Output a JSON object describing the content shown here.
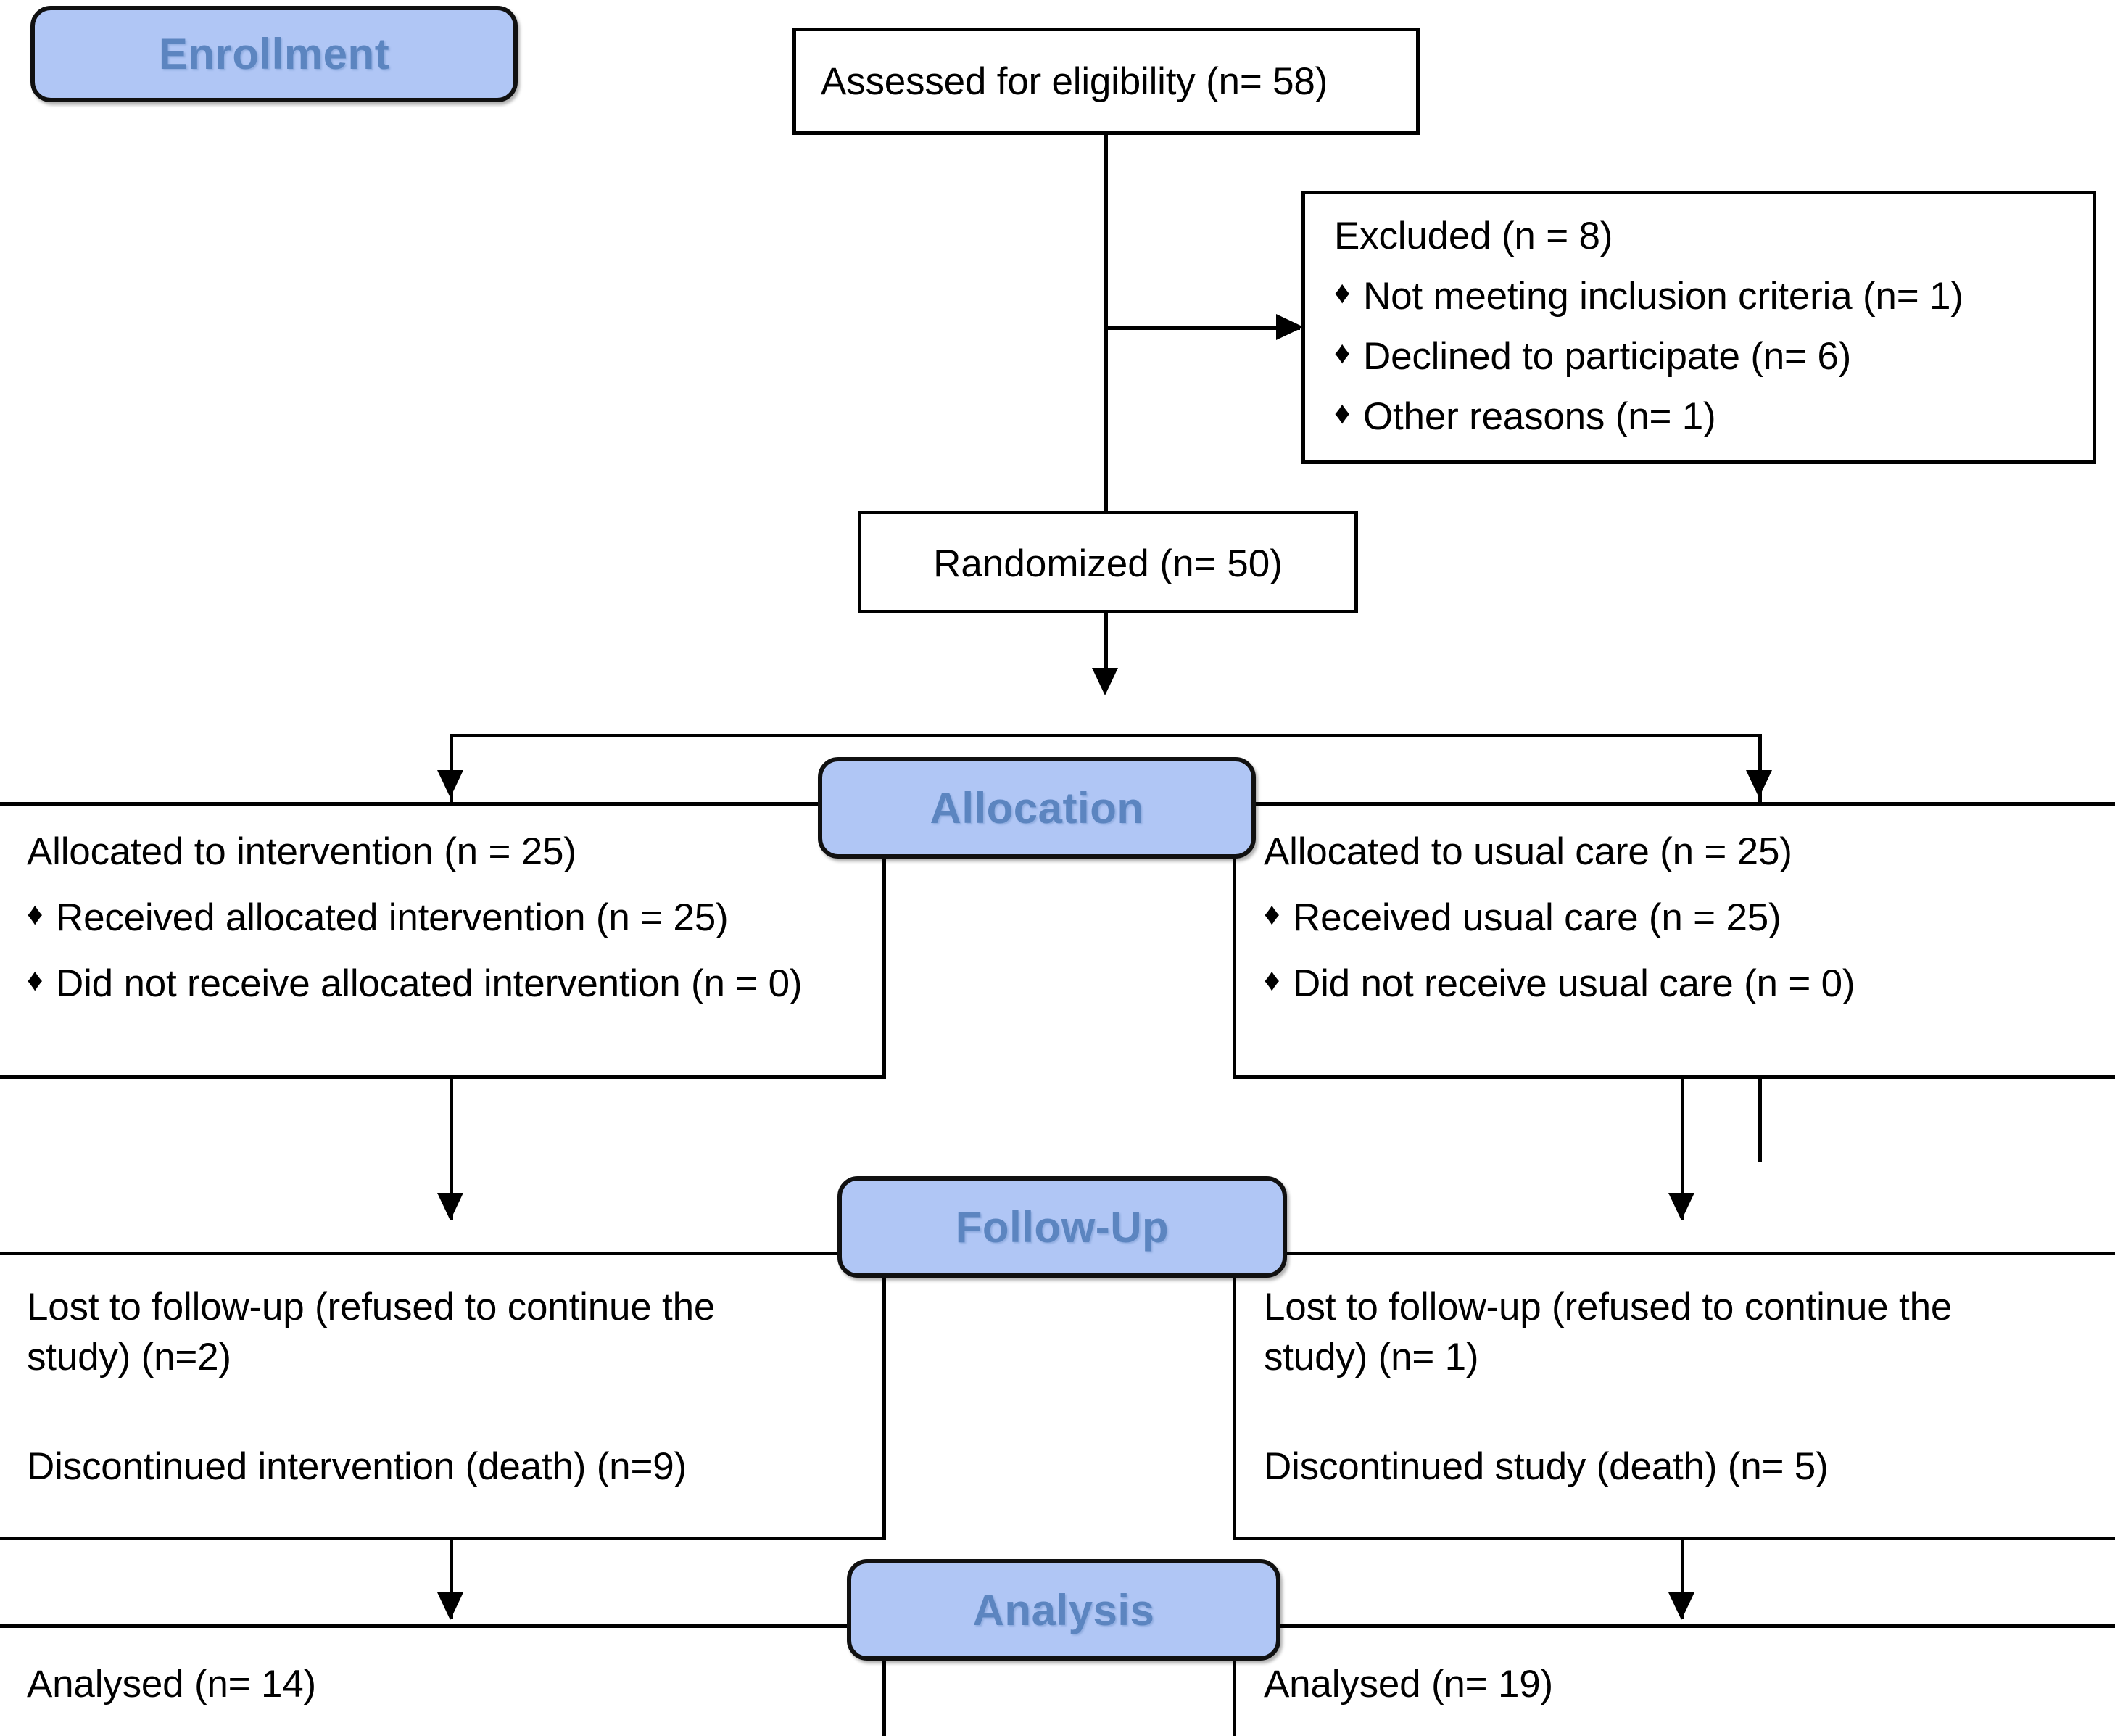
{
  "diagram": {
    "type": "consort-flow-diagram",
    "title": "CONSORT participant flow diagram",
    "accent_blue_fill": "#b0c6f5",
    "accent_blue_text": "#5c85c0",
    "line_color": "#000000",
    "bullet_glyph": "♦"
  },
  "phases": {
    "enrollment": "Enrollment",
    "allocation": "Allocation",
    "followup": "Follow-Up",
    "analysis": "Analysis"
  },
  "enrollment": {
    "assessed": "Assessed for eligibility (n= 58)",
    "excluded_heading": "Excluded (n = 8)",
    "excluded_reasons": [
      "Not meeting inclusion criteria (n= 1)",
      "Declined to participate (n= 6)",
      "Other reasons (n= 1)"
    ],
    "randomized": "Randomized (n= 50)"
  },
  "allocation": {
    "left": {
      "heading": "Allocated to intervention (n = 25)",
      "bullets": [
        "Received allocated intervention (n = 25)",
        "Did not receive allocated intervention (n = 0)"
      ]
    },
    "right": {
      "heading": "Allocated to usual care (n = 25)",
      "bullets": [
        "Received usual care (n = 25)",
        "Did not receive usual care (n = 0)"
      ]
    }
  },
  "followup": {
    "left": {
      "lost": "Lost to follow-up (refused to continue the study) (n=2)",
      "discontinued": "Discontinued intervention (death) (n=9)"
    },
    "right": {
      "lost": "Lost to follow-up (refused to continue the study) (n= 1)",
      "discontinued": "Discontinued study (death) (n= 5)"
    }
  },
  "analysis": {
    "left": "Analysed (n= 14)",
    "right": "Analysed (n= 19)"
  },
  "chart_data": {
    "type": "table",
    "title": "CONSORT flow counts",
    "nodes": [
      {
        "stage": "Enrollment",
        "label": "Assessed for eligibility",
        "n": 58
      },
      {
        "stage": "Enrollment",
        "label": "Excluded",
        "n": 8
      },
      {
        "stage": "Enrollment",
        "label": "Not meeting inclusion criteria",
        "n": 1
      },
      {
        "stage": "Enrollment",
        "label": "Declined to participate",
        "n": 6
      },
      {
        "stage": "Enrollment",
        "label": "Other reasons",
        "n": 1
      },
      {
        "stage": "Enrollment",
        "label": "Randomized",
        "n": 50
      },
      {
        "stage": "Allocation",
        "arm": "Intervention",
        "label": "Allocated to intervention",
        "n": 25
      },
      {
        "stage": "Allocation",
        "arm": "Intervention",
        "label": "Received allocated intervention",
        "n": 25
      },
      {
        "stage": "Allocation",
        "arm": "Intervention",
        "label": "Did not receive allocated intervention",
        "n": 0
      },
      {
        "stage": "Allocation",
        "arm": "Usual care",
        "label": "Allocated to usual care",
        "n": 25
      },
      {
        "stage": "Allocation",
        "arm": "Usual care",
        "label": "Received usual care",
        "n": 25
      },
      {
        "stage": "Allocation",
        "arm": "Usual care",
        "label": "Did not receive usual care",
        "n": 0
      },
      {
        "stage": "Follow-Up",
        "arm": "Intervention",
        "label": "Lost to follow-up (refused to continue the study)",
        "n": 2
      },
      {
        "stage": "Follow-Up",
        "arm": "Intervention",
        "label": "Discontinued intervention (death)",
        "n": 9
      },
      {
        "stage": "Follow-Up",
        "arm": "Usual care",
        "label": "Lost to follow-up (refused to continue the study)",
        "n": 1
      },
      {
        "stage": "Follow-Up",
        "arm": "Usual care",
        "label": "Discontinued study (death)",
        "n": 5
      },
      {
        "stage": "Analysis",
        "arm": "Intervention",
        "label": "Analysed",
        "n": 14
      },
      {
        "stage": "Analysis",
        "arm": "Usual care",
        "label": "Analysed",
        "n": 19
      }
    ]
  }
}
